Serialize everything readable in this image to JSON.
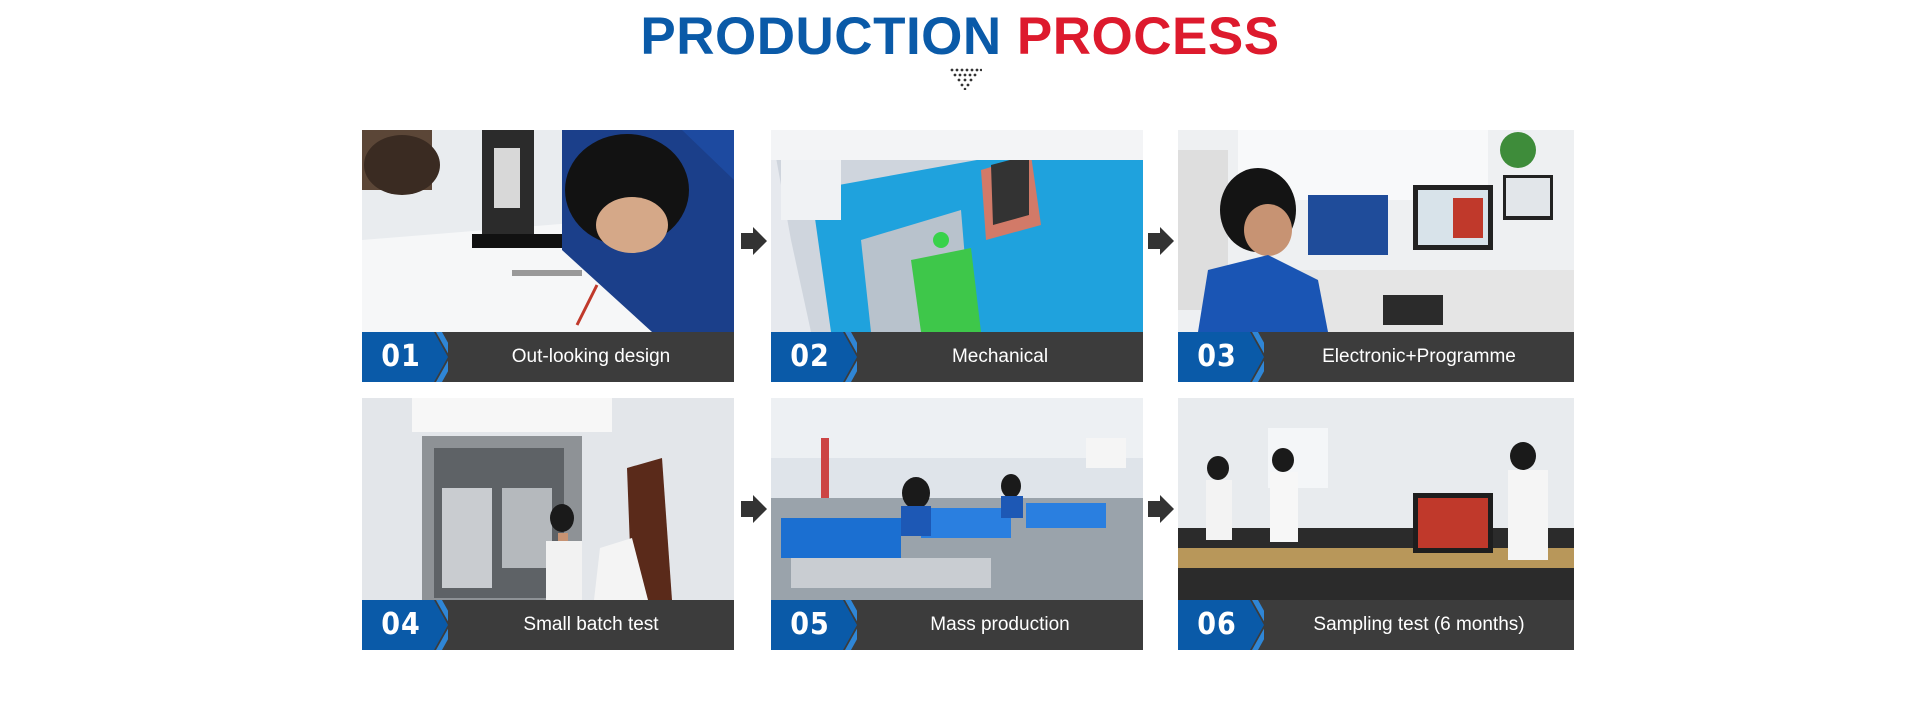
{
  "heading": {
    "word1": "PRODUCTION",
    "word2": "PROCESS"
  },
  "colors": {
    "blue": "#0a5aa8",
    "red": "#dd1a2d",
    "bar": "#3c3c3c"
  },
  "steps": [
    {
      "number": "01",
      "label": "Out-looking design"
    },
    {
      "number": "02",
      "label": "Mechanical"
    },
    {
      "number": "03",
      "label": "Electronic+Programme"
    },
    {
      "number": "04",
      "label": "Small batch test"
    },
    {
      "number": "05",
      "label": "Mass production"
    },
    {
      "number": "06",
      "label": "Sampling test (6 months)"
    }
  ]
}
